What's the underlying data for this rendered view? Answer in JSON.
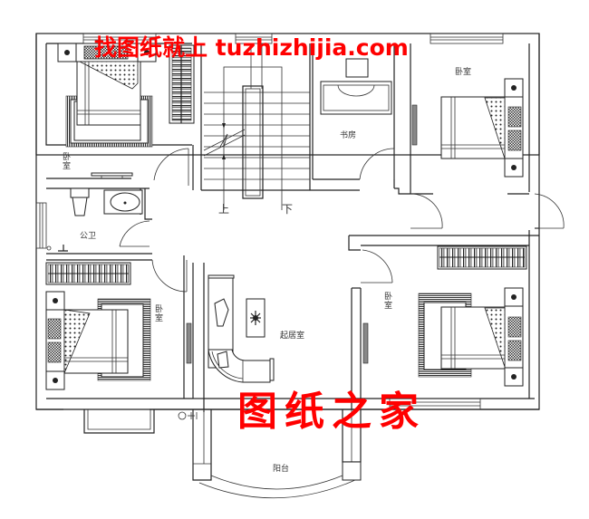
{
  "watermarks": {
    "top": "找图纸就上 tuzhizhijia.com",
    "bottom": "图纸之家",
    "color": "#ff0000"
  },
  "rooms": {
    "bedroom_top_left": "卧室",
    "bathroom": "公卫",
    "stairs_up": "上",
    "stairs_down": "下",
    "study": "书房",
    "bedroom_top_right": "卧室",
    "bedroom_bottom_left": "卧室",
    "living_room": "起居室",
    "bedroom_bottom_right": "卧室",
    "balcony": "阳台"
  },
  "colors": {
    "wall": "#222222",
    "background": "#ffffff"
  }
}
